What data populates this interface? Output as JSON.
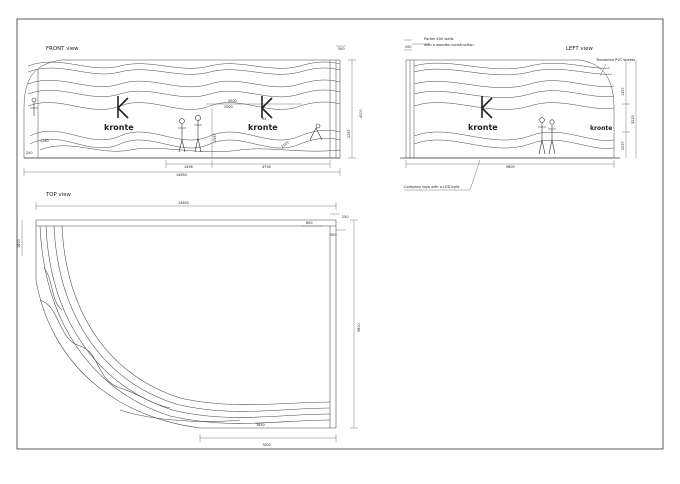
{
  "views": {
    "front": {
      "title": "FRONT view",
      "dims": {
        "overall_width": "14650",
        "seg_a": "1458",
        "seg_b": "4756",
        "upper_a": "2000",
        "upper_b": "2000",
        "h_total": "4000",
        "h_mid": "2287",
        "h_inner": "2587",
        "small_top": "500",
        "small_left": "250",
        "small_mid": "1280",
        "diag": "2125",
        "r1": "R4"
      }
    },
    "left": {
      "title": "LEFT view",
      "dims": {
        "overall_width": "9800",
        "h1": "1357",
        "h2": "3229",
        "h3": "2237",
        "small_top": "200"
      }
    },
    "top": {
      "title": "TOP view",
      "dims": {
        "overall_width": "14650",
        "depth": "9800",
        "side": "7850",
        "bottom": "7000",
        "corner_a": "600",
        "corner_b": "250",
        "corner_c": "300",
        "left_small": "1800"
      }
    }
  },
  "annotations": {
    "wall_note_1": "Partec 400 walls",
    "wall_note_2": "with a wooden construction",
    "pvc_note": "Tensioned PVC sheets",
    "logo_note": "Company logo with a LED light"
  },
  "brand": {
    "logo_text": "kronte"
  }
}
